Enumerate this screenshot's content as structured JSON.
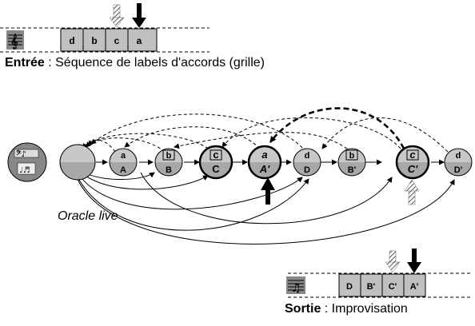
{
  "input": {
    "caption_bold": "Entrée",
    "caption_text": " : Séquence de labels d'accords (grille)",
    "cells": [
      "d",
      "b",
      "c",
      "a"
    ]
  },
  "oracle": {
    "label": "Oracle live",
    "nodes": [
      {
        "top": "",
        "bottom": "",
        "boxed": false,
        "bold": false,
        "italic": false
      },
      {
        "top": "a",
        "bottom": "A",
        "boxed": false,
        "bold": false,
        "italic": false
      },
      {
        "top": "b",
        "bottom": "B",
        "boxed": true,
        "bold": false,
        "italic": false
      },
      {
        "top": "c",
        "bottom": "C",
        "boxed": true,
        "bold": true,
        "italic": false
      },
      {
        "top": "a",
        "bottom": "A'",
        "boxed": false,
        "bold": true,
        "italic": true
      },
      {
        "top": "d",
        "bottom": "D",
        "boxed": false,
        "bold": false,
        "italic": false
      },
      {
        "top": "b",
        "bottom": "B'",
        "boxed": true,
        "bold": false,
        "italic": false
      },
      {
        "top": "c",
        "bottom": "C'",
        "boxed": true,
        "bold": true,
        "italic": true
      },
      {
        "top": "d",
        "bottom": "D'",
        "boxed": false,
        "bold": false,
        "italic": false
      }
    ]
  },
  "output": {
    "caption_bold": "Sortie",
    "caption_text": " : Improvisation",
    "cells": [
      "D",
      "B'",
      "C'",
      "A'"
    ]
  },
  "colors": {
    "node_top": "#c8c8c8",
    "node_bottom": "#a8a8a8",
    "cell_fill": "#c0c0c0",
    "line": "#000000"
  },
  "icons": [
    "score-icon-input",
    "instrument-icon",
    "score-icon-output",
    "hatched-arrow-icon",
    "black-arrow-icon"
  ]
}
